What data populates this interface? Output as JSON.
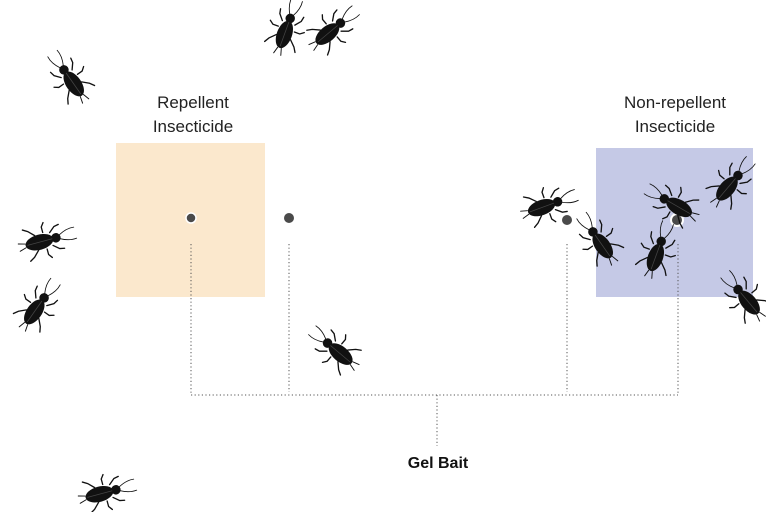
{
  "labels": {
    "repellent": [
      "Repellent",
      "Insecticide"
    ],
    "non_repellent": [
      "Non-repellent",
      "Insecticide"
    ],
    "gel_bait": "Gel Bait"
  },
  "colors": {
    "repellent_zone": "#fbe8cd",
    "non_repellent_zone": "#c5c9e6",
    "bait_dot": "#4a4a4a",
    "connector": "#555555",
    "cockroach": "#111111"
  },
  "icons": {
    "insect": "cockroach-icon",
    "bait": "bait-dot"
  }
}
